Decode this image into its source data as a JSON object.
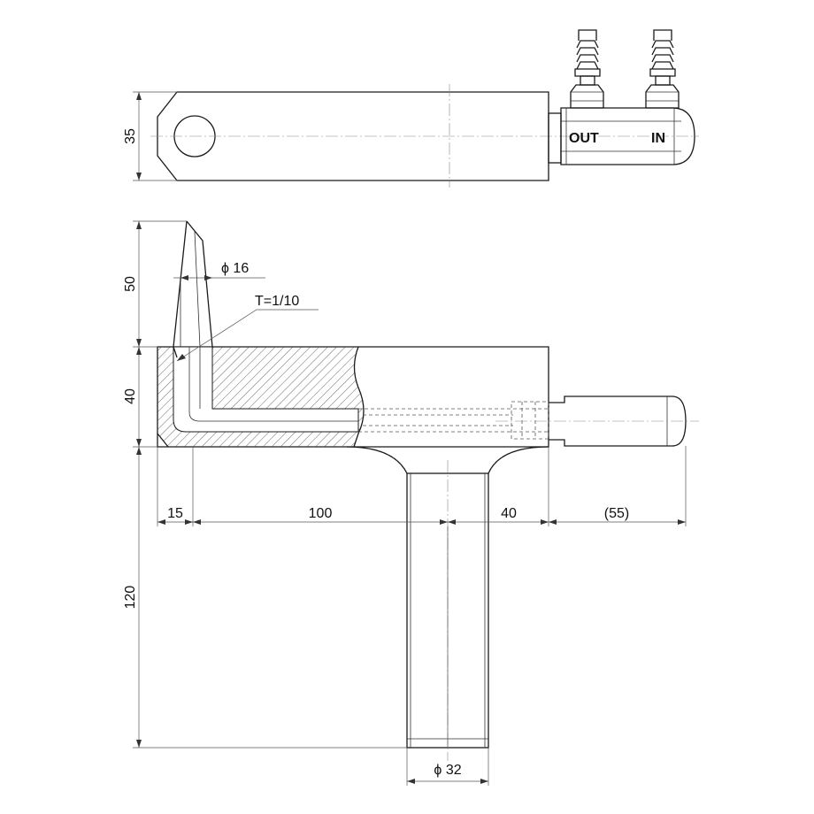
{
  "top_view": {
    "port_out": "OUT",
    "port_in": "IN"
  },
  "dimensions": {
    "height_top": "35",
    "pipe_dia": "16",
    "taper": "T=1/10",
    "height_50": "50",
    "height_40": "40",
    "height_120": "120",
    "len_15": "15",
    "len_100": "100",
    "len_40": "40",
    "len_55": "(55)",
    "shank_dia": "32"
  },
  "symbols": {
    "diameter": "ϕ"
  }
}
